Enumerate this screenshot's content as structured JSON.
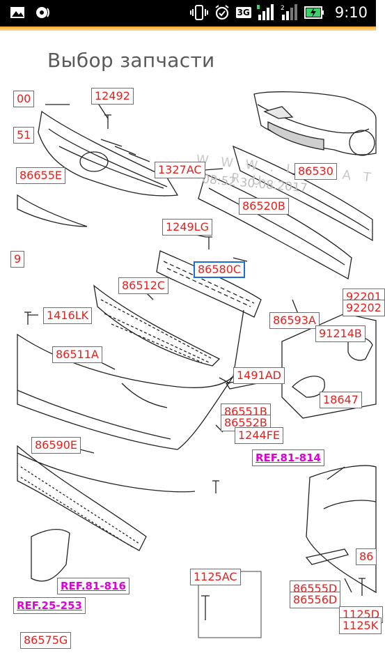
{
  "status_bar": {
    "time": "9:10",
    "network": "3G",
    "sim2": "2",
    "icons": [
      "image-icon",
      "signal-cast-icon",
      "vibrate-icon",
      "alarm-icon",
      "network-3g-icon",
      "signal-icon",
      "sim2-signal-icon",
      "battery-charging-icon"
    ]
  },
  "header": {
    "title": "Выбор запчасти"
  },
  "diagram": {
    "watermark": "W W W . I L C A T S . R U",
    "stamp": "08:52 30.08.2017",
    "parts": [
      {
        "id": "p-00",
        "label": "00"
      },
      {
        "id": "p-12492",
        "label": "12492"
      },
      {
        "id": "p-51",
        "label": "51"
      },
      {
        "id": "p-1327ac",
        "label": "1327AC"
      },
      {
        "id": "p-86530",
        "label": "86530"
      },
      {
        "id": "p-86655e",
        "label": "86655E"
      },
      {
        "id": "p-86520b",
        "label": "86520B"
      },
      {
        "id": "p-1249lg",
        "label": "1249LG"
      },
      {
        "id": "p-86580c",
        "label": "86580C"
      },
      {
        "id": "p-86512c",
        "label": "86512C"
      },
      {
        "id": "p-92201",
        "label": "92201"
      },
      {
        "id": "p-92202",
        "label": "92202"
      },
      {
        "id": "p-1416lk",
        "label": "1416LK"
      },
      {
        "id": "p-86593a",
        "label": "86593A"
      },
      {
        "id": "p-91214b",
        "label": "91214B"
      },
      {
        "id": "p-86511a",
        "label": "86511A"
      },
      {
        "id": "p-1491ad",
        "label": "1491AD"
      },
      {
        "id": "p-18647",
        "label": "18647"
      },
      {
        "id": "p-86551b",
        "label": "86551B"
      },
      {
        "id": "p-86552b",
        "label": "86552B"
      },
      {
        "id": "p-1244fe",
        "label": "1244FE"
      },
      {
        "id": "p-86590e",
        "label": "86590E"
      },
      {
        "id": "p-86",
        "label": "86"
      },
      {
        "id": "p-1125ac",
        "label": "1125AC"
      },
      {
        "id": "p-86555d",
        "label": "86555D"
      },
      {
        "id": "p-86556d",
        "label": "86556D"
      },
      {
        "id": "p-1125d",
        "label": "1125D"
      },
      {
        "id": "p-1125k",
        "label": "1125K"
      },
      {
        "id": "p-86575g",
        "label": "86575G"
      },
      {
        "id": "p-9",
        "label": "9"
      }
    ],
    "refs": [
      {
        "id": "ref-81-814",
        "label": "REF.81-814"
      },
      {
        "id": "ref-81-816",
        "label": "REF.81-816"
      },
      {
        "id": "ref-25-253",
        "label": "REF.25-253"
      }
    ],
    "selected": "86580C",
    "colors": {
      "label_text": "#e8201c",
      "ref_text": "#e000d8",
      "selected_border": "#1a6fd6",
      "accent_bar": "#f5a623"
    }
  }
}
